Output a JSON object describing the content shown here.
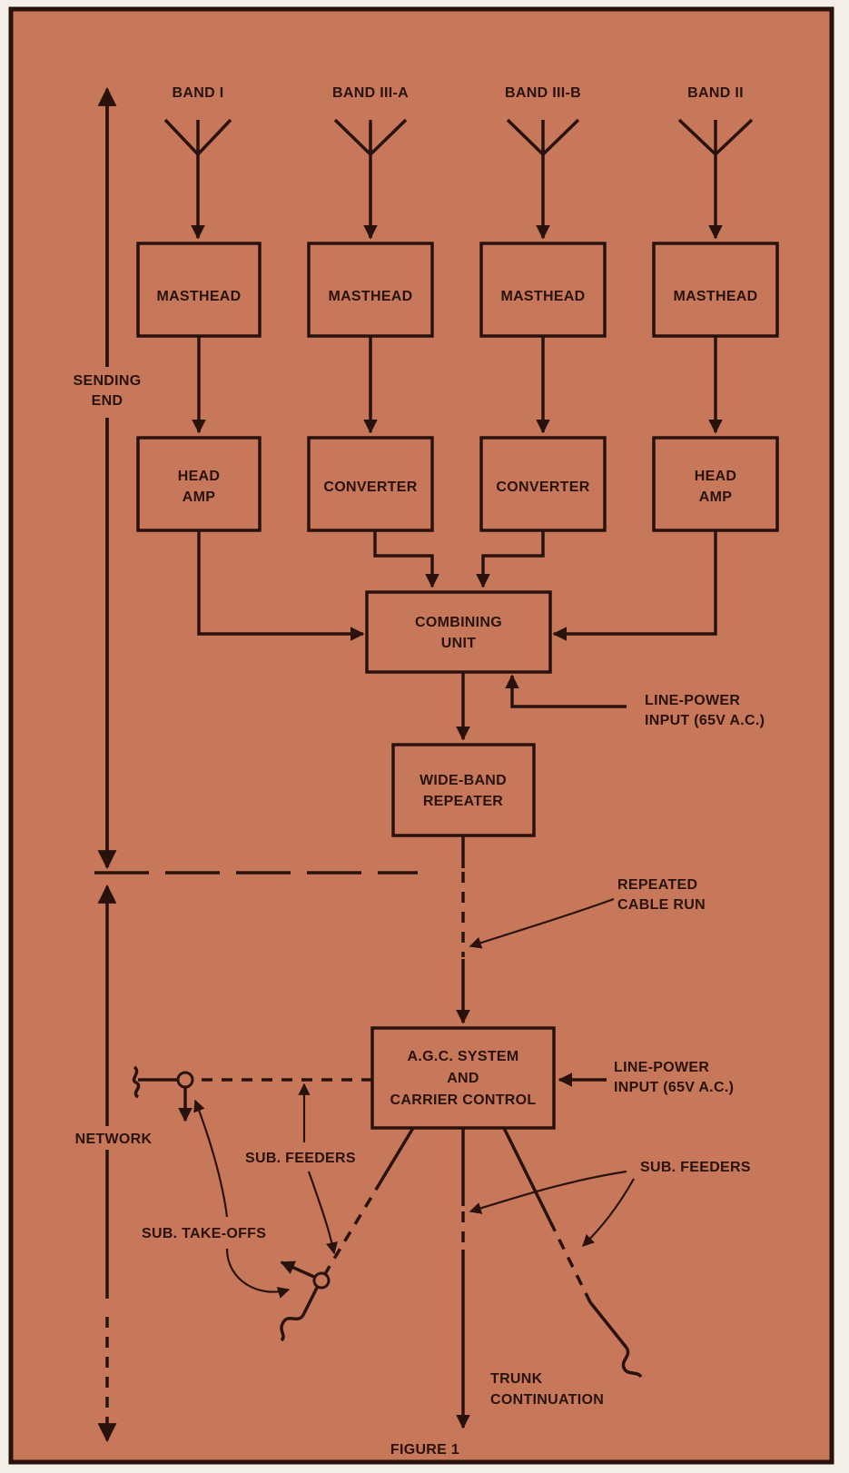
{
  "figure": {
    "caption": "FIGURE 1",
    "colors": {
      "background": "#c8785a",
      "ink": "#2a120c",
      "border": "#2a120c"
    }
  },
  "antennas": [
    {
      "label": "BAND I"
    },
    {
      "label": "BAND III-A"
    },
    {
      "label": "BAND III-B"
    },
    {
      "label": "BAND II"
    }
  ],
  "mastheads": [
    "MASTHEAD",
    "MASTHEAD",
    "MASTHEAD",
    "MASTHEAD"
  ],
  "second_stage": [
    {
      "lines": [
        "HEAD",
        "AMP"
      ]
    },
    {
      "lines": [
        "CONVERTER"
      ]
    },
    {
      "lines": [
        "CONVERTER"
      ]
    },
    {
      "lines": [
        "HEAD",
        "AMP"
      ]
    }
  ],
  "combining_unit": {
    "lines": [
      "COMBINING",
      "UNIT"
    ]
  },
  "line_power_1": {
    "lines": [
      "LINE-POWER",
      "INPUT (65V A.C.)"
    ]
  },
  "wide_band_repeater": {
    "lines": [
      "WIDE-BAND",
      "REPEATER"
    ]
  },
  "repeated_cable_run": {
    "lines": [
      "REPEATED",
      "CABLE RUN"
    ]
  },
  "agc_box": {
    "lines": [
      "A.G.C. SYSTEM",
      "AND",
      "CARRIER CONTROL"
    ]
  },
  "line_power_2": {
    "lines": [
      "LINE-POWER",
      "INPUT (65V A.C.)"
    ]
  },
  "sending_end": {
    "lines": [
      "SENDING",
      "END"
    ]
  },
  "network": {
    "label": "NETWORK"
  },
  "sub_feeders_left": {
    "label": "SUB. FEEDERS"
  },
  "sub_feeders_right": {
    "label": "SUB. FEEDERS"
  },
  "sub_take_offs": {
    "label": "SUB. TAKE-OFFS"
  },
  "trunk_continuation": {
    "lines": [
      "TRUNK",
      "CONTINUATION"
    ]
  }
}
